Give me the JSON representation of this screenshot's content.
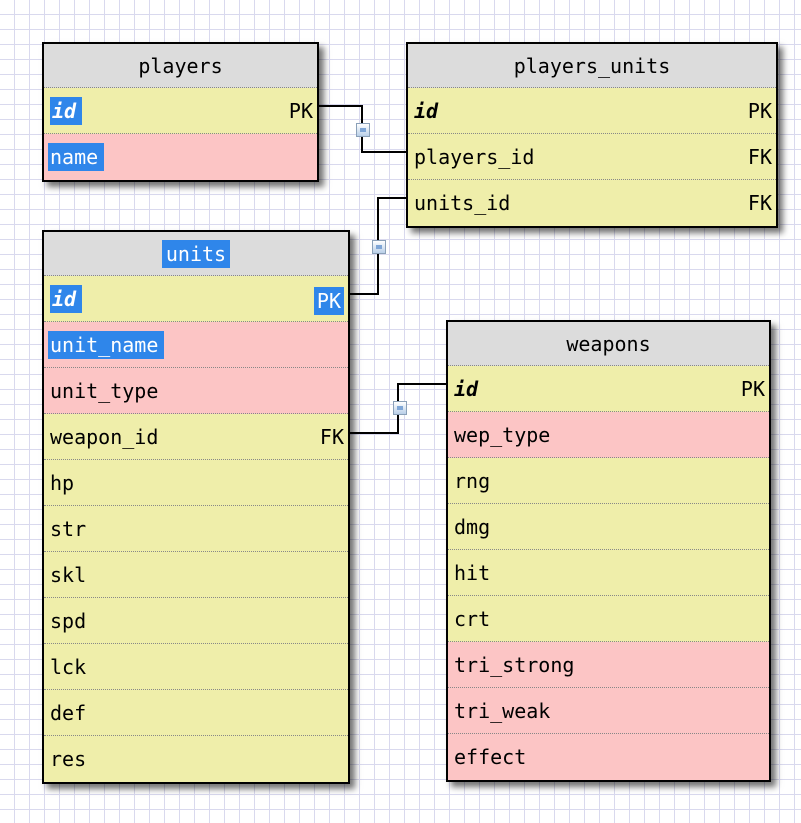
{
  "tables": {
    "players": {
      "title": "players",
      "rows": [
        {
          "name": "id",
          "key": "PK"
        },
        {
          "name": "name",
          "key": ""
        }
      ]
    },
    "players_units": {
      "title": "players_units",
      "rows": [
        {
          "name": "id",
          "key": "PK"
        },
        {
          "name": "players_id",
          "key": "FK"
        },
        {
          "name": "units_id",
          "key": "FK"
        }
      ]
    },
    "units": {
      "title": "units",
      "rows": [
        {
          "name": "id",
          "key": "PK"
        },
        {
          "name": "unit_name",
          "key": ""
        },
        {
          "name": "unit_type",
          "key": ""
        },
        {
          "name": "weapon_id",
          "key": "FK"
        },
        {
          "name": "hp",
          "key": ""
        },
        {
          "name": "str",
          "key": ""
        },
        {
          "name": "skl",
          "key": ""
        },
        {
          "name": "spd",
          "key": ""
        },
        {
          "name": "lck",
          "key": ""
        },
        {
          "name": "def",
          "key": ""
        },
        {
          "name": "res",
          "key": ""
        }
      ]
    },
    "weapons": {
      "title": "weapons",
      "rows": [
        {
          "name": "id",
          "key": "PK"
        },
        {
          "name": "wep_type",
          "key": ""
        },
        {
          "name": "rng",
          "key": ""
        },
        {
          "name": "dmg",
          "key": ""
        },
        {
          "name": "hit",
          "key": ""
        },
        {
          "name": "crt",
          "key": ""
        },
        {
          "name": "tri_strong",
          "key": ""
        },
        {
          "name": "tri_weak",
          "key": ""
        },
        {
          "name": "effect",
          "key": ""
        }
      ]
    }
  },
  "colors": {
    "header": "#dcdcdc",
    "required_row": "#fcc5c5",
    "optional_row": "#efeeaa",
    "selection": "#2f86ea"
  }
}
